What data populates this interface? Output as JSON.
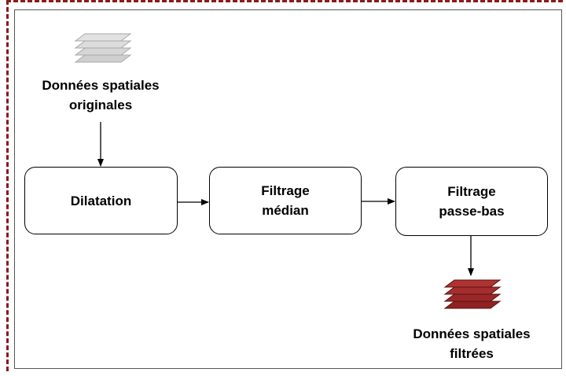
{
  "input": {
    "icon": "stacked-layers-icon",
    "icon_color": "#c8c8c8",
    "line1": "Données spatiales",
    "line2": "originales"
  },
  "steps": [
    {
      "line1": "Dilatation",
      "line2": ""
    },
    {
      "line1": "Filtrage",
      "line2": "médian"
    },
    {
      "line1": "Filtrage",
      "line2": "passe-bas"
    }
  ],
  "output": {
    "icon": "stacked-layers-icon",
    "icon_color": "#a52a2a",
    "line1": "Données spatiales",
    "line2": "filtrées"
  },
  "colors": {
    "frame_dashed": "#8b1a1a",
    "border": "#555555"
  }
}
